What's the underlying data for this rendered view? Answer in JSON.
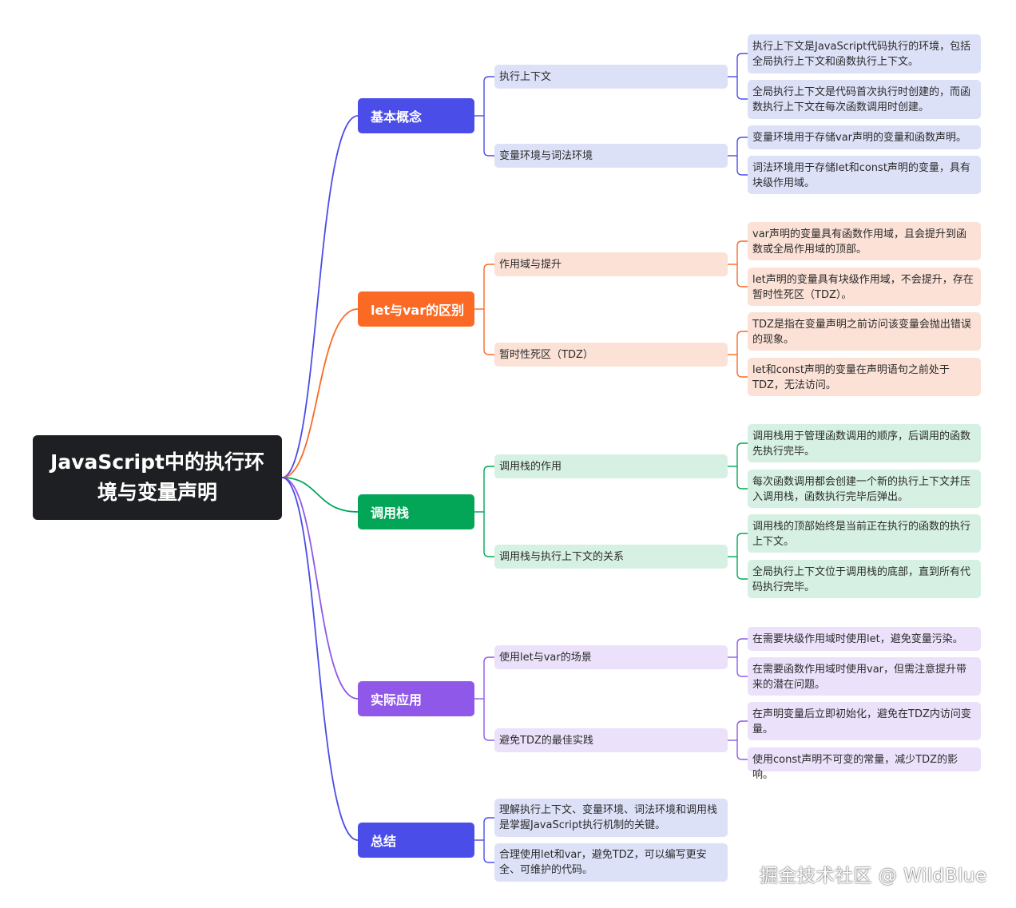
{
  "root": {
    "title": "JavaScript中的执行环境与变量声明"
  },
  "colors": {
    "blue": "#4a4de7",
    "orange": "#fa6a24",
    "green": "#03a657",
    "purple": "#8f58e8",
    "dark": "#1e1f22"
  },
  "branches": [
    {
      "label": "基本概念",
      "color": "blue",
      "subs": [
        {
          "label": "执行上下文",
          "leaves": [
            "执行上下文是JavaScript代码执行的环境，包括全局执行上下文和函数执行上下文。",
            "全局执行上下文是代码首次执行时创建的，而函数执行上下文在每次函数调用时创建。"
          ]
        },
        {
          "label": "变量环境与词法环境",
          "leaves": [
            "变量环境用于存储var声明的变量和函数声明。",
            "词法环境用于存储let和const声明的变量，具有块级作用域。"
          ]
        }
      ]
    },
    {
      "label": "let与var的区别",
      "color": "orange",
      "subs": [
        {
          "label": "作用域与提升",
          "leaves": [
            "var声明的变量具有函数作用域，且会提升到函数或全局作用域的顶部。",
            "let声明的变量具有块级作用域，不会提升，存在暂时性死区（TDZ）。"
          ]
        },
        {
          "label": "暂时性死区（TDZ）",
          "leaves": [
            "TDZ是指在变量声明之前访问该变量会抛出错误的现象。",
            "let和const声明的变量在声明语句之前处于TDZ，无法访问。"
          ]
        }
      ]
    },
    {
      "label": "调用栈",
      "color": "green",
      "subs": [
        {
          "label": "调用栈的作用",
          "leaves": [
            "调用栈用于管理函数调用的顺序，后调用的函数先执行完毕。",
            "每次函数调用都会创建一个新的执行上下文并压入调用栈，函数执行完毕后弹出。"
          ]
        },
        {
          "label": "调用栈与执行上下文的关系",
          "leaves": [
            "调用栈的顶部始终是当前正在执行的函数的执行上下文。",
            "全局执行上下文位于调用栈的底部，直到所有代码执行完毕。"
          ]
        }
      ]
    },
    {
      "label": "实际应用",
      "color": "purple",
      "subs": [
        {
          "label": "使用let与var的场景",
          "leaves": [
            "在需要块级作用域时使用let，避免变量污染。",
            "在需要函数作用域时使用var，但需注意提升带来的潜在问题。"
          ]
        },
        {
          "label": "避免TDZ的最佳实践",
          "leaves": [
            "在声明变量后立即初始化，避免在TDZ内访问变量。",
            "使用const声明不可变的常量，减少TDZ的影响。"
          ]
        }
      ]
    },
    {
      "label": "总结",
      "color": "blue",
      "leaves": [
        "理解执行上下文、变量环境、词法环境和调用栈是掌握JavaScript执行机制的关键。",
        "合理使用let和var，避免TDZ，可以编写更安全、可维护的代码。"
      ]
    }
  ],
  "watermark": "掘金技术社区 @ WildBlue"
}
